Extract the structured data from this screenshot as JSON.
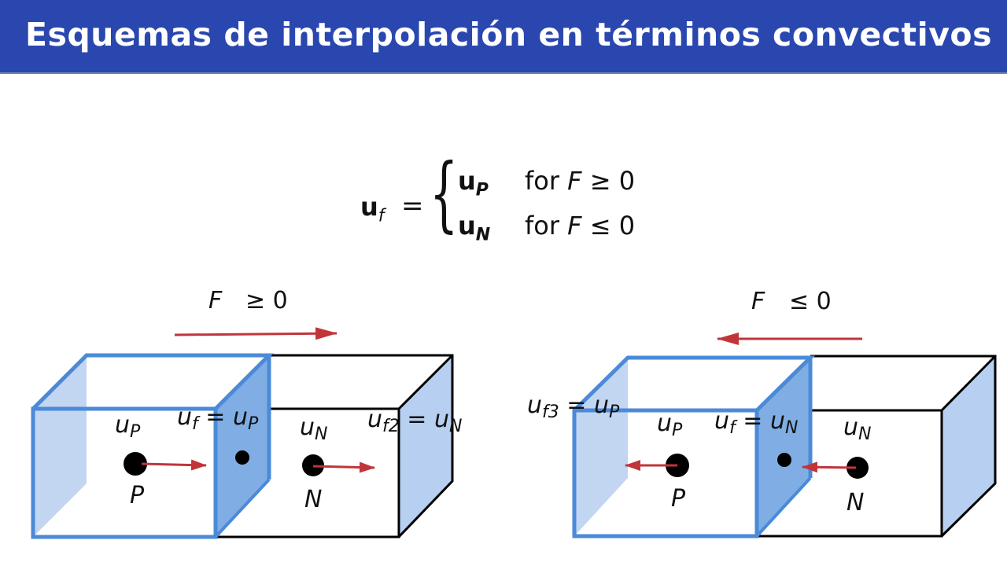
{
  "slide": {
    "title": "Esquemas de interpolación en términos convectivos"
  },
  "equation": {
    "lhs_var": "u",
    "lhs_sub": "f",
    "equals": "=",
    "brace": "{",
    "cases": [
      {
        "var": "u",
        "sub": "P",
        "text": "for ",
        "cond_var": "F",
        "cond": " ≥ 0"
      },
      {
        "var": "u",
        "sub": "N",
        "text": "for ",
        "cond_var": "F",
        "cond": " ≤ 0"
      }
    ]
  },
  "diagrams": [
    {
      "flow_label_var": "F",
      "flow_label_cond": "≥ 0",
      "flow_direction": "right",
      "labels": {
        "uP": "u",
        "uP_sub": "P",
        "uf": "u",
        "uf_sub": "f",
        "uf_eq": " = u",
        "uf_eq_sub": "P",
        "uN": "u",
        "uN_sub": "N",
        "uf2": "u",
        "uf2_sub": "f2",
        "uf2_eq": " = u",
        "uf2_eq_sub": "N",
        "P": "P",
        "N": "N"
      }
    },
    {
      "flow_label_var": "F",
      "flow_label_cond": "≤ 0",
      "flow_direction": "left",
      "labels": {
        "uf3": "u",
        "uf3_sub": "f3",
        "uf3_eq": " = u",
        "uf3_eq_sub": "P",
        "uP": "u",
        "uP_sub": "P",
        "uf": "u",
        "uf_sub": "f",
        "uf_eq": " = u",
        "uf_eq_sub": "N",
        "uN": "u",
        "uN_sub": "N",
        "P": "P",
        "N": "N"
      }
    }
  ],
  "colors": {
    "header_bg": "#2a47b0",
    "cell_blue": "#4a8ad8",
    "face_light": "#b7cff0",
    "face_mid": "#80aee4",
    "arrow_red": "#c0353a"
  }
}
